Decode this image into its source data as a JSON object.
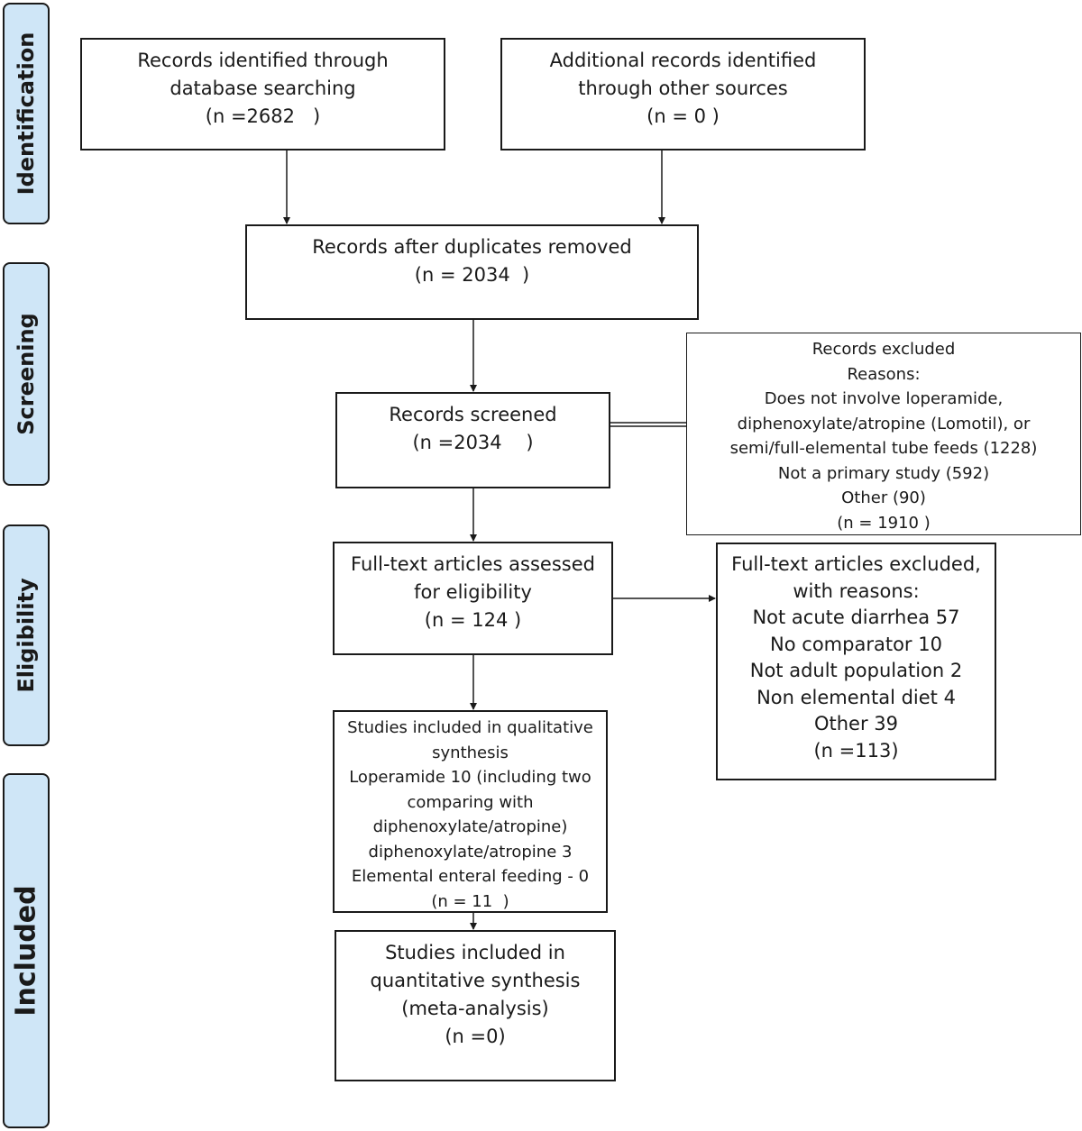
{
  "phases": {
    "identification": "Identification",
    "screening": "Screening",
    "eligibility": "Eligibility",
    "included": "Included"
  },
  "boxes": {
    "database_search": [
      "Records identified through",
      "database searching",
      "(n =2682   )"
    ],
    "other_sources": [
      "Additional records identified",
      "through other sources",
      "(n = 0 )"
    ],
    "duplicates_removed": [
      "Records after duplicates removed",
      "(n = 2034  )"
    ],
    "records_screened": [
      "Records screened",
      "(n =2034    )"
    ],
    "records_excluded": [
      "Records excluded",
      "Reasons:",
      "Does not involve loperamide,",
      "diphenoxylate/atropine (Lomotil), or",
      "semi/full-elemental tube feeds (1228)",
      "Not a primary study (592)",
      "Other (90)",
      "(n = 1910 )"
    ],
    "fulltext_assessed": [
      "Full-text articles assessed",
      "for eligibility",
      "(n = 124 )"
    ],
    "fulltext_excluded": [
      "Full-text articles excluded,",
      "with reasons:",
      "Not acute diarrhea 57",
      "No comparator 10",
      "Not adult population 2",
      "Non elemental diet 4",
      "Other 39",
      "(n =113)"
    ],
    "qualitative": [
      "Studies included in qualitative",
      "synthesis",
      "Loperamide 10 (including two",
      "comparing with",
      "diphenoxylate/atropine)",
      "diphenoxylate/atropine 3",
      "Elemental enteral feeding - 0",
      "(n = 11  )"
    ],
    "quantitative": [
      "Studies included in",
      "quantitative synthesis",
      "(meta-analysis)",
      "(n =0)"
    ]
  }
}
